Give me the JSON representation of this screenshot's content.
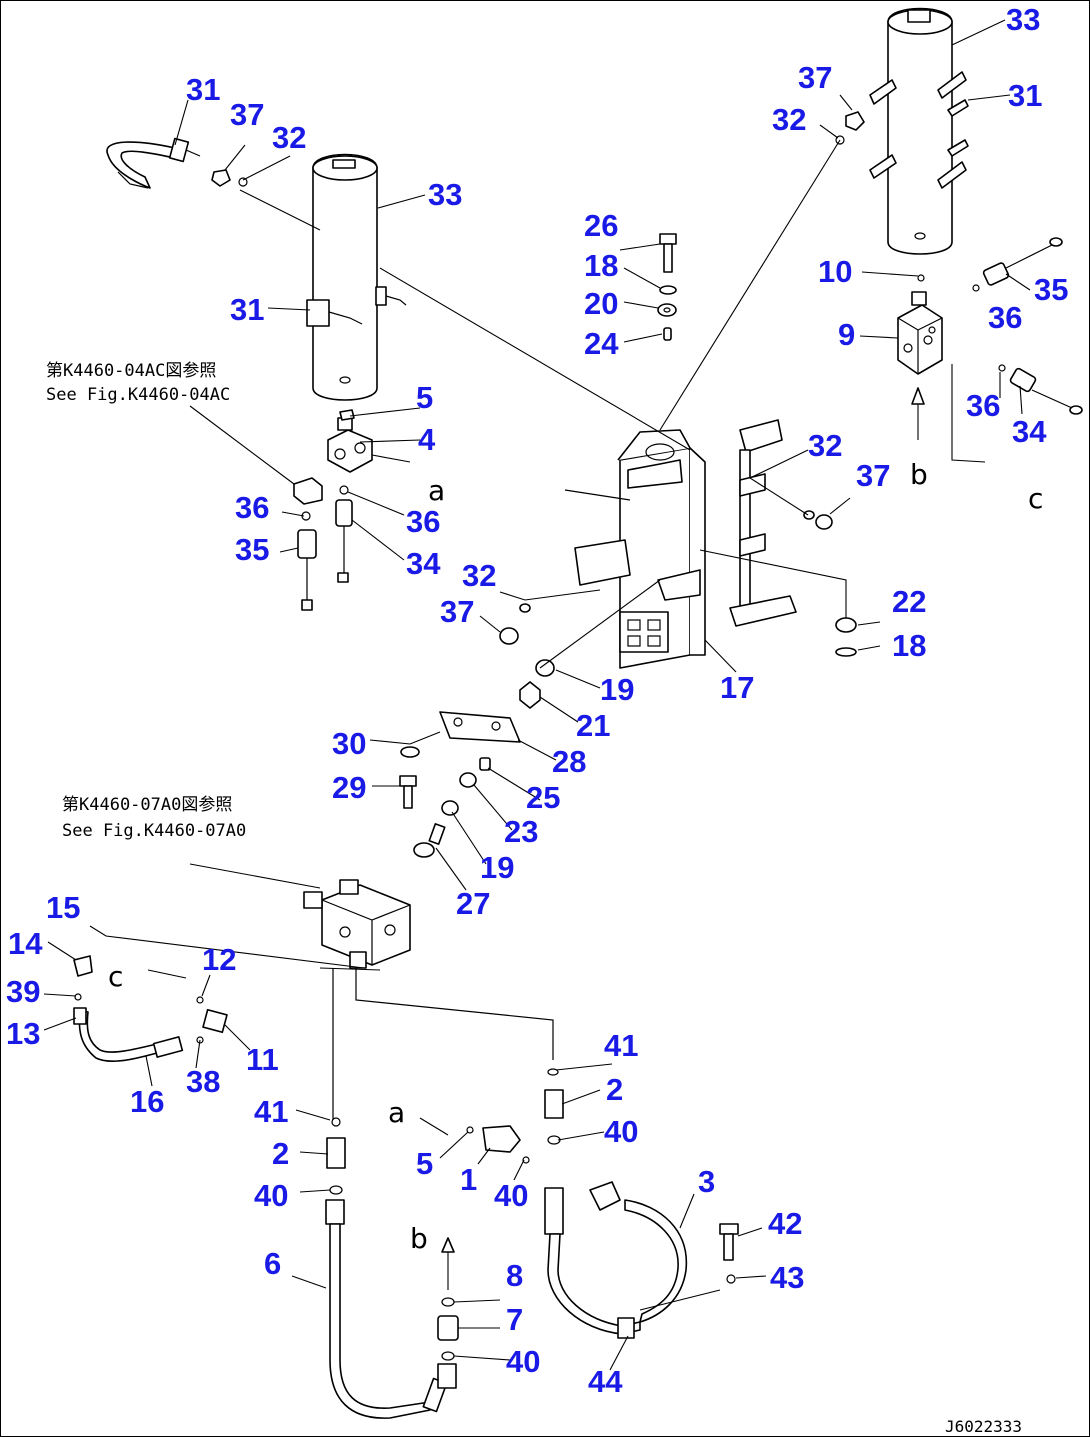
{
  "diagram": {
    "title": "",
    "drawing_code": "J6022333",
    "references": [
      {
        "jp": "第K4460-04AC図参照",
        "en": "See Fig.K4460-04AC"
      },
      {
        "jp": "第K4460-07A0図参照",
        "en": "See Fig.K4460-07A0"
      }
    ],
    "flow_markers": [
      "a",
      "a",
      "b",
      "b",
      "c",
      "c"
    ],
    "callouts": [
      "31",
      "37",
      "32",
      "33",
      "31",
      "5",
      "4",
      "36",
      "36",
      "35",
      "34",
      "33",
      "37",
      "31",
      "32",
      "10",
      "35",
      "9",
      "36",
      "36",
      "34",
      "26",
      "18",
      "20",
      "24",
      "32",
      "37",
      "32",
      "37",
      "22",
      "18",
      "19",
      "17",
      "21",
      "30",
      "29",
      "28",
      "25",
      "23",
      "19",
      "27",
      "15",
      "14",
      "12",
      "39",
      "13",
      "11",
      "16",
      "38",
      "41",
      "2",
      "40",
      "41",
      "2",
      "5",
      "1",
      "40",
      "40",
      "3",
      "42",
      "43",
      "6",
      "8",
      "7",
      "40",
      "44"
    ]
  }
}
